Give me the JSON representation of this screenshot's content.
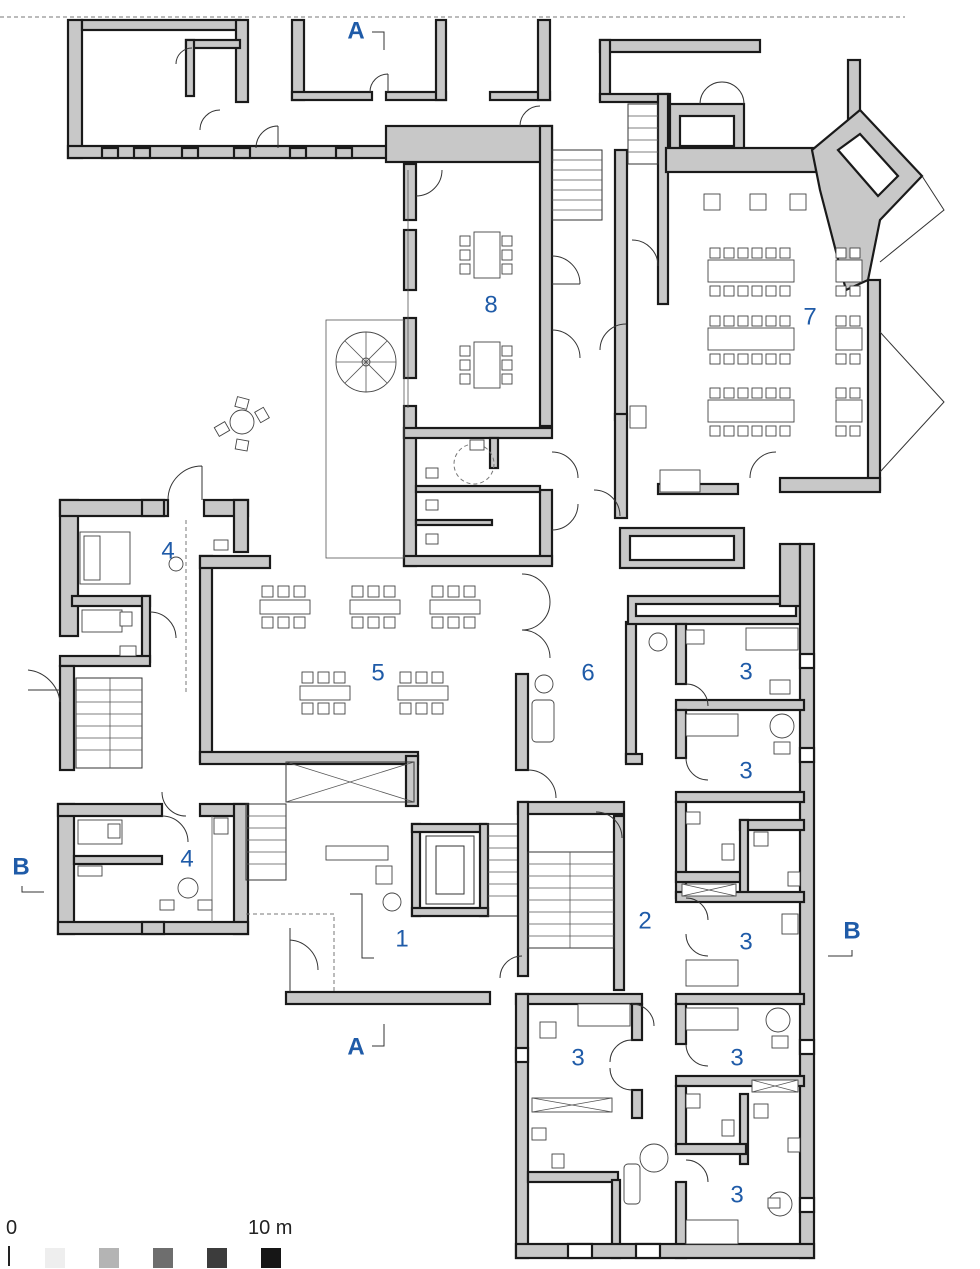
{
  "rooms": [
    {
      "label": "1"
    },
    {
      "label": "2"
    },
    {
      "label": "3"
    },
    {
      "label": "4"
    },
    {
      "label": "5"
    },
    {
      "label": "6"
    },
    {
      "label": "7"
    },
    {
      "label": "8"
    }
  ],
  "section_markers": {
    "a": "A",
    "b": "B"
  },
  "scale_bar": {
    "start_label": "0",
    "end_label": "10 m",
    "swatches": [
      "#eeeeee",
      "#b4b4b4",
      "#6e6e6e",
      "#3c3c3c",
      "#161616"
    ]
  },
  "colors": {
    "label": "#1f5ba8",
    "wall_fill": "#c8c8c8",
    "wall_stroke": "#1a1a1a"
  }
}
